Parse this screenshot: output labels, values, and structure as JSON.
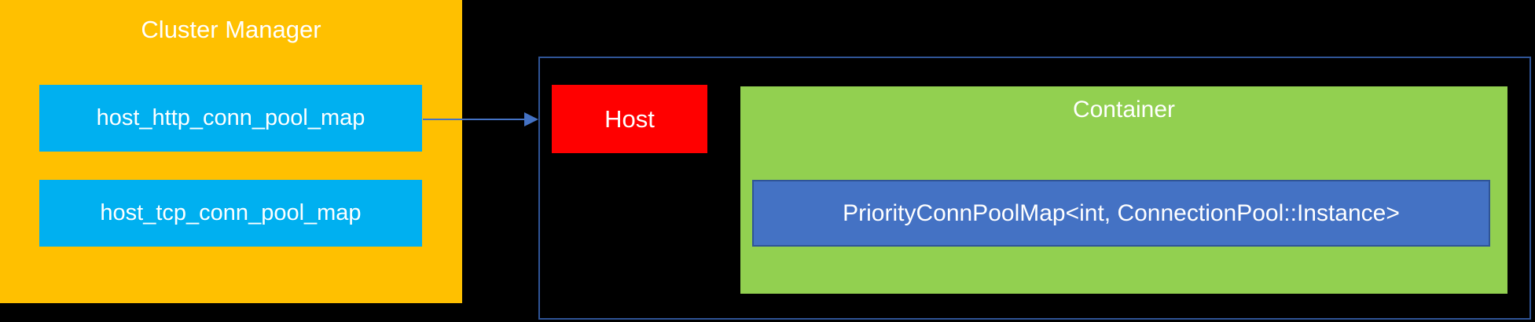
{
  "cluster_manager": {
    "title": "Cluster Manager",
    "items": [
      {
        "label": "host_http_conn_pool_map"
      },
      {
        "label": "host_tcp_conn_pool_map"
      }
    ]
  },
  "host_group": {
    "host_label": "Host",
    "container": {
      "title": "Container",
      "item_label": "PriorityConnPoolMap<int, ConnectionPool::Instance>"
    }
  },
  "colors": {
    "background": "#000000",
    "cluster_fill": "#FFC000",
    "map_box_fill": "#00B0F0",
    "host_fill": "#FF0000",
    "container_fill": "#92D050",
    "inner_box_fill": "#4472C4",
    "border_dark_blue": "#2F5496",
    "arrow_blue": "#4472C4",
    "text": "#FFFFFF"
  }
}
